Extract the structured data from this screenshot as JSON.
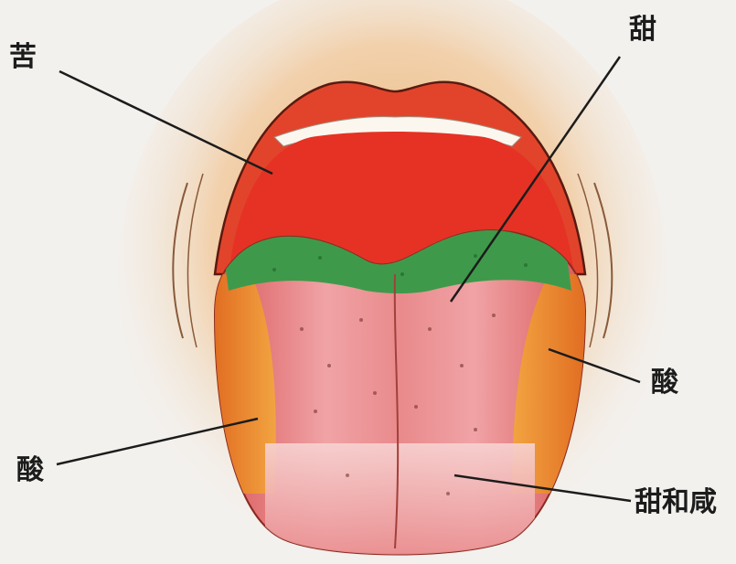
{
  "labels": {
    "bitter": "苦",
    "sweet": "甜",
    "sour_right": "酸",
    "sour_left": "酸",
    "sweet_salty": "甜和咸"
  },
  "colors": {
    "background": "#f3f1ee",
    "glow": "#e9a052",
    "lips": "#e2442b",
    "mouth_interior": "#e53224",
    "bitter_zone": "#3e9a4a",
    "sweet_zone": "#e98a8c",
    "sour_zone": "#ec8d2a",
    "sweet_salty_zone": "#f4c1c0",
    "leader_line": "#1c1c1c"
  }
}
